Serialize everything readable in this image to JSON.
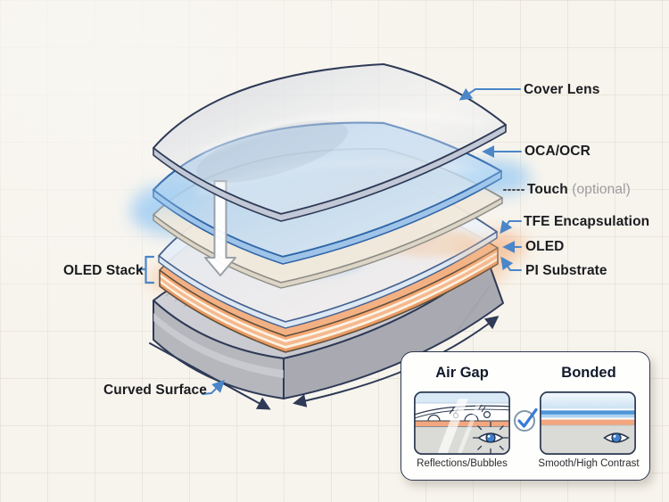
{
  "diagram": {
    "layer_labels": {
      "cover_lens": "Cover Lens",
      "oca_ocr": "OCA/OCR",
      "touch": "Touch",
      "touch_qualifier": "(optional)",
      "tfe_encapsulation": "TFE Encapsulation",
      "oled": "OLED",
      "pi_substrate": "PI Substrate"
    },
    "annotations": {
      "oled_stack": "OLED Stack",
      "curved_surface": "Curved Surface"
    },
    "icons": {
      "explode_arrow": "down-arrow-icon",
      "check": "checkmark-circle-icon",
      "air_gap_eye": "eye-with-rays-icon",
      "bonded_eye": "eye-icon"
    },
    "colors": {
      "accent_blue": "#4a86c8",
      "ink_navy": "#2e3a56",
      "oca_blue": "#a8cdee",
      "oled_orange": "#f2a77e",
      "substrate_gray": "#c9cace",
      "background": "#f7f4ed"
    }
  },
  "comparison_panel": {
    "air_gap": {
      "title": "Air Gap",
      "caption": "Reflections/Bubbles"
    },
    "bonded": {
      "title": "Bonded",
      "caption": "Smooth/High Contrast"
    }
  }
}
